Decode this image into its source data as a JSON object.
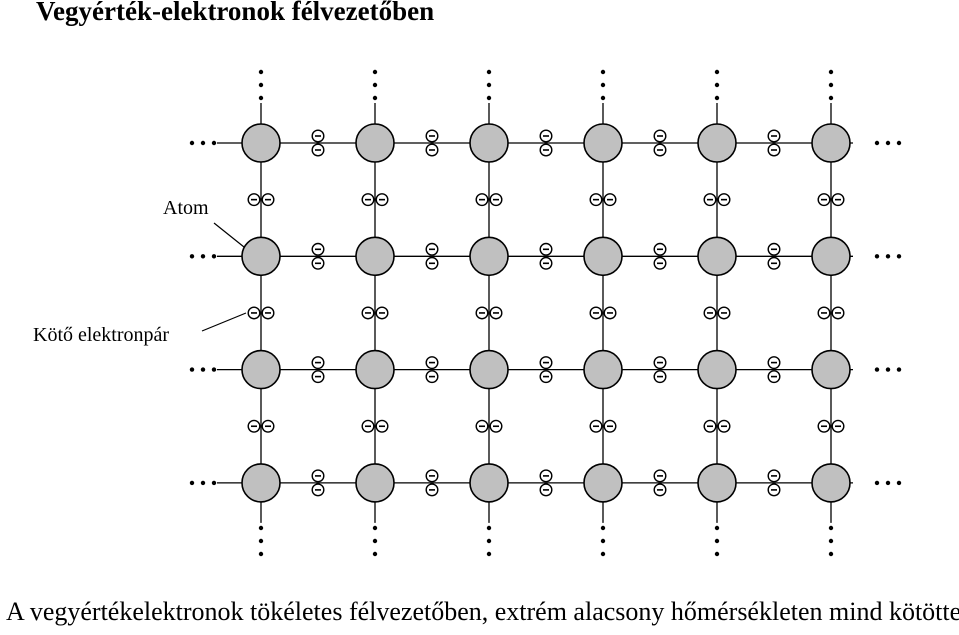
{
  "title": "Vegyérték-elektronok félvezetőben",
  "labels": {
    "atom": "Atom",
    "bond_pair": "Kötő elektronpár"
  },
  "caption": "A vegyértékelektronok tökéletes félvezetőben, extrém alacsony hőmérsékleten mind kötöttek.",
  "lattice": {
    "rows": 4,
    "columns": 6,
    "atom_color": "#c0c0c0",
    "electron_symbol": "−"
  }
}
